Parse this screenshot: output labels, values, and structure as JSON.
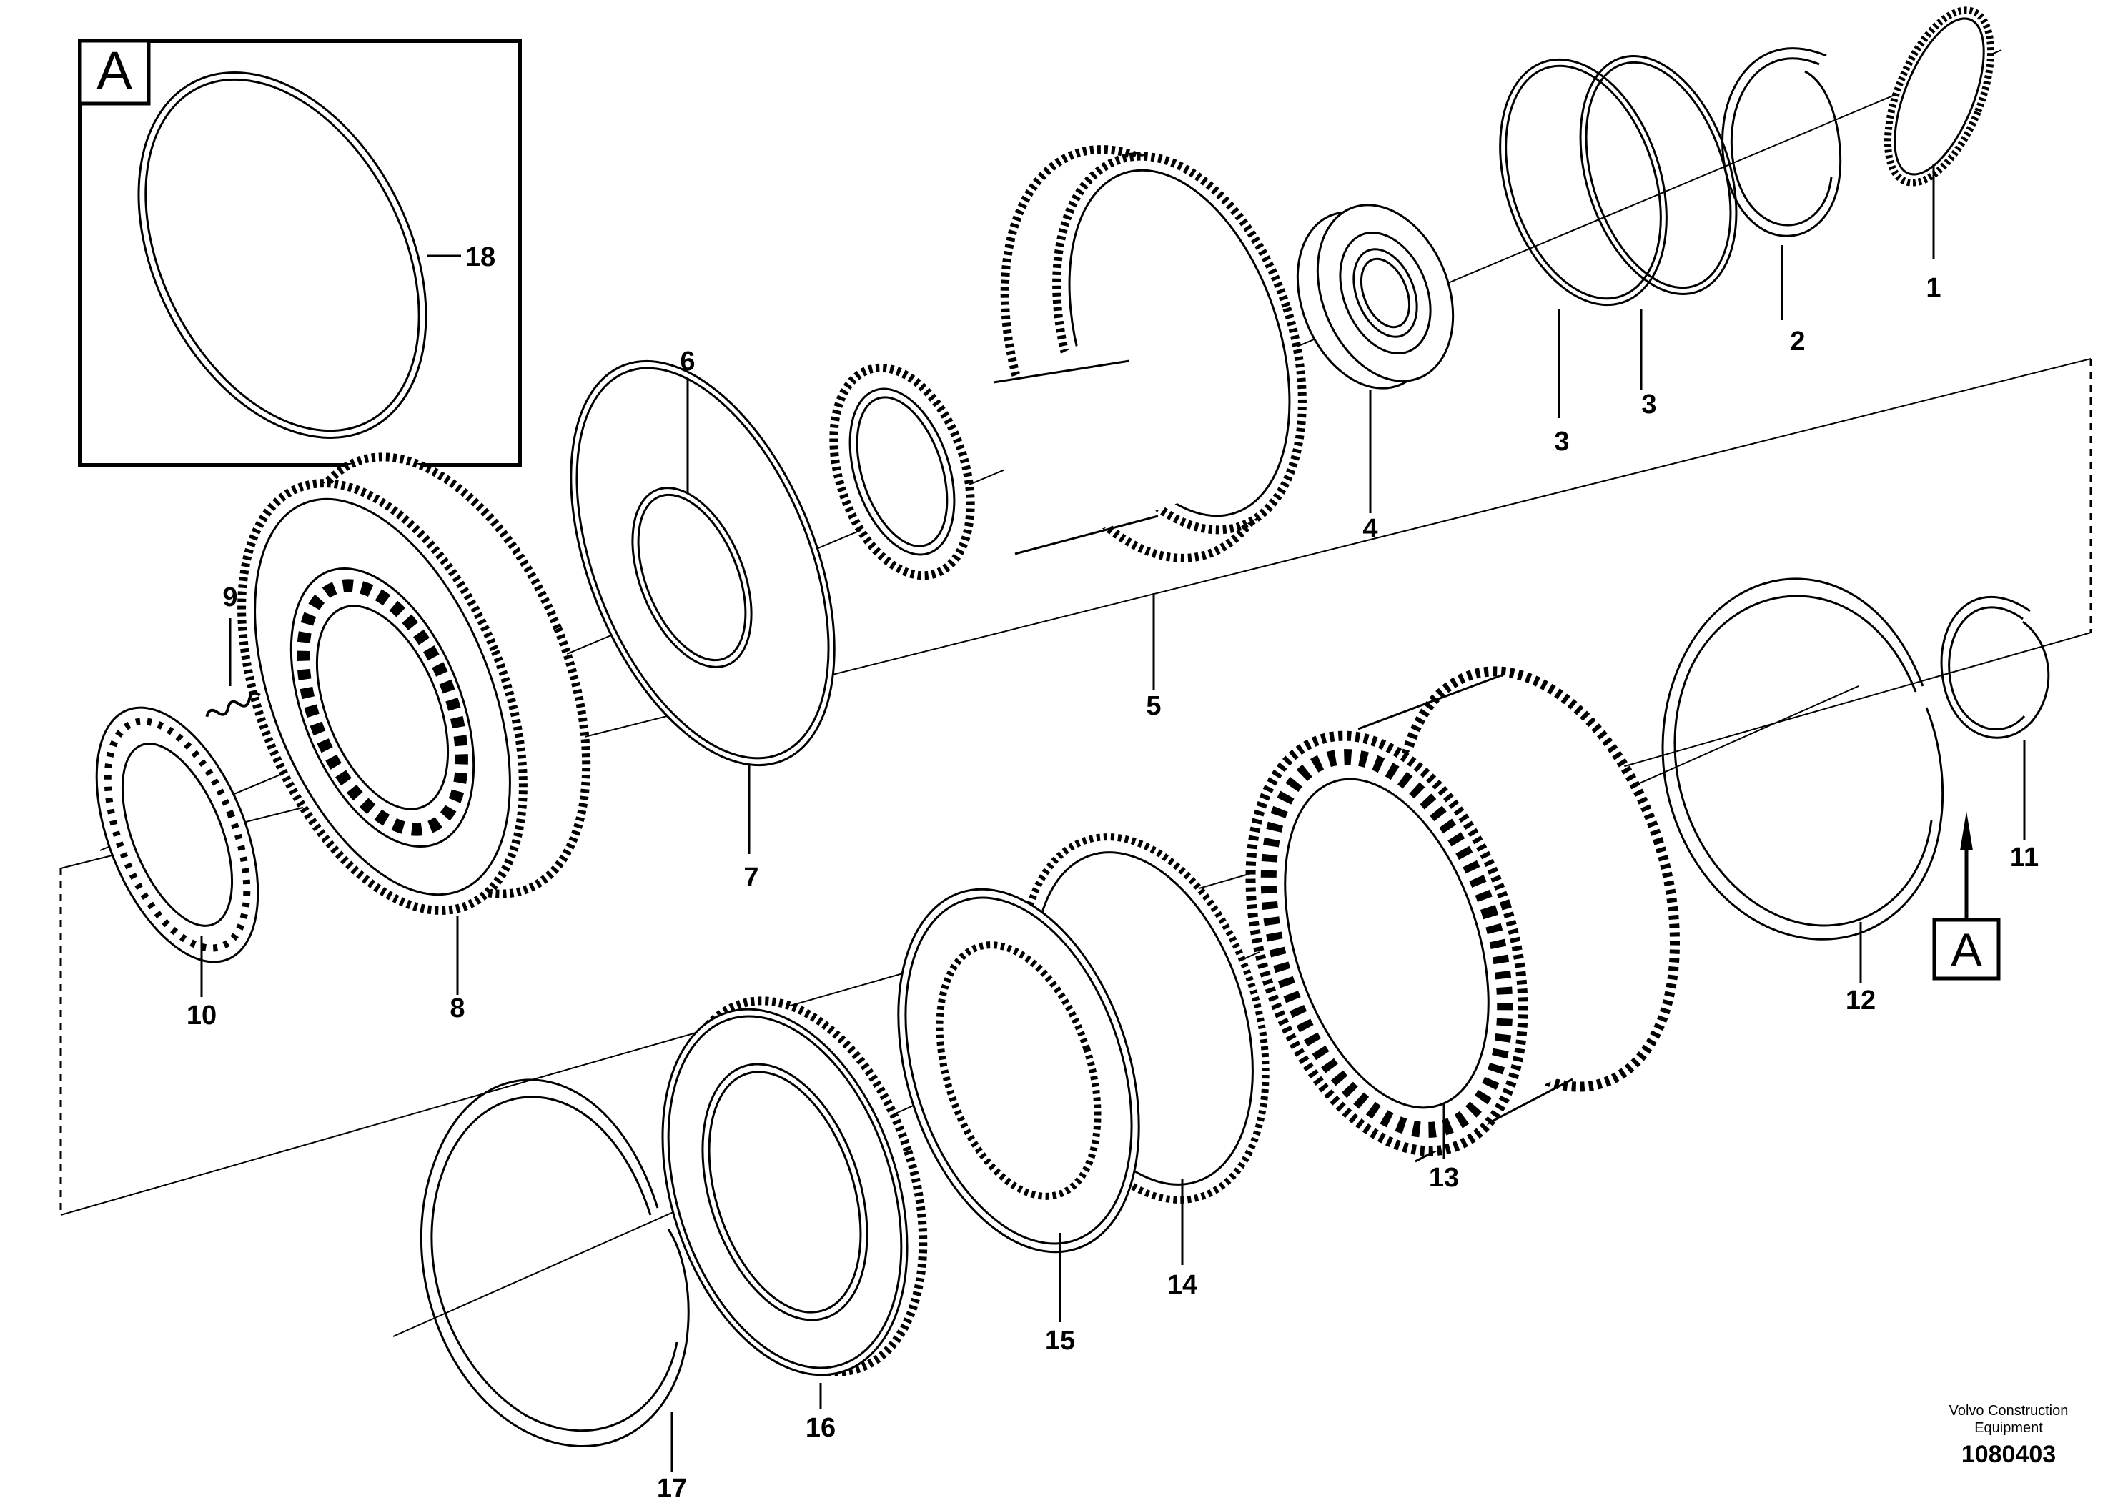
{
  "diagram": {
    "callouts": [
      {
        "id": "1",
        "text": "1"
      },
      {
        "id": "2",
        "text": "2"
      },
      {
        "id": "3a",
        "text": "3"
      },
      {
        "id": "3b",
        "text": "3"
      },
      {
        "id": "4",
        "text": "4"
      },
      {
        "id": "5",
        "text": "5"
      },
      {
        "id": "6",
        "text": "6"
      },
      {
        "id": "7",
        "text": "7"
      },
      {
        "id": "8",
        "text": "8"
      },
      {
        "id": "9",
        "text": "9"
      },
      {
        "id": "10",
        "text": "10"
      },
      {
        "id": "11",
        "text": "11"
      },
      {
        "id": "12",
        "text": "12"
      },
      {
        "id": "13",
        "text": "13"
      },
      {
        "id": "14",
        "text": "14"
      },
      {
        "id": "15",
        "text": "15"
      },
      {
        "id": "16",
        "text": "16"
      },
      {
        "id": "17",
        "text": "17"
      },
      {
        "id": "18",
        "text": "18"
      }
    ],
    "detail_view_label": "A",
    "view_marker_label": "A"
  },
  "footer": {
    "company_line1": "Volvo Construction",
    "company_line2": "Equipment",
    "drawing_number": "1080403"
  }
}
